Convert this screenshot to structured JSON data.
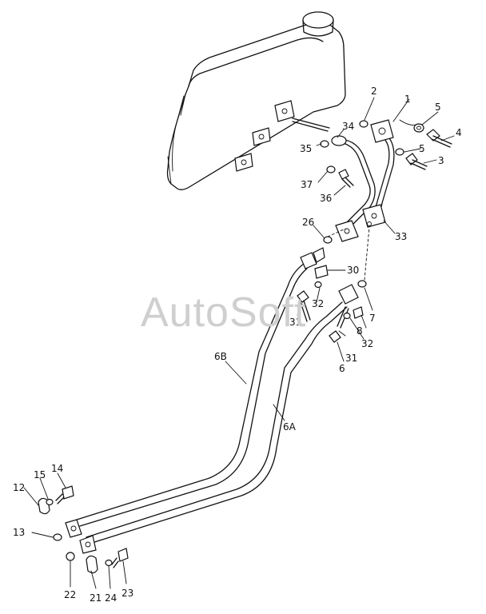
{
  "watermark": "AutoSoft",
  "labels": {
    "p1": "1",
    "p2": "2",
    "p3": "3",
    "p4": "4",
    "p5a": "5",
    "p5b": "5",
    "p6": "6",
    "p6a": "6A",
    "p6b": "6B",
    "p7": "7",
    "p8": "8",
    "p12": "12",
    "p13": "13",
    "p14": "14",
    "p15": "15",
    "p21": "21",
    "p22": "22",
    "p23": "23",
    "p24": "24",
    "p26": "26",
    "p30": "30",
    "p31a": "31",
    "p31b": "31",
    "p32a": "32",
    "p32b": "32",
    "p33": "33",
    "p34": "34",
    "p35": "35",
    "p36": "36",
    "p37": "37"
  }
}
